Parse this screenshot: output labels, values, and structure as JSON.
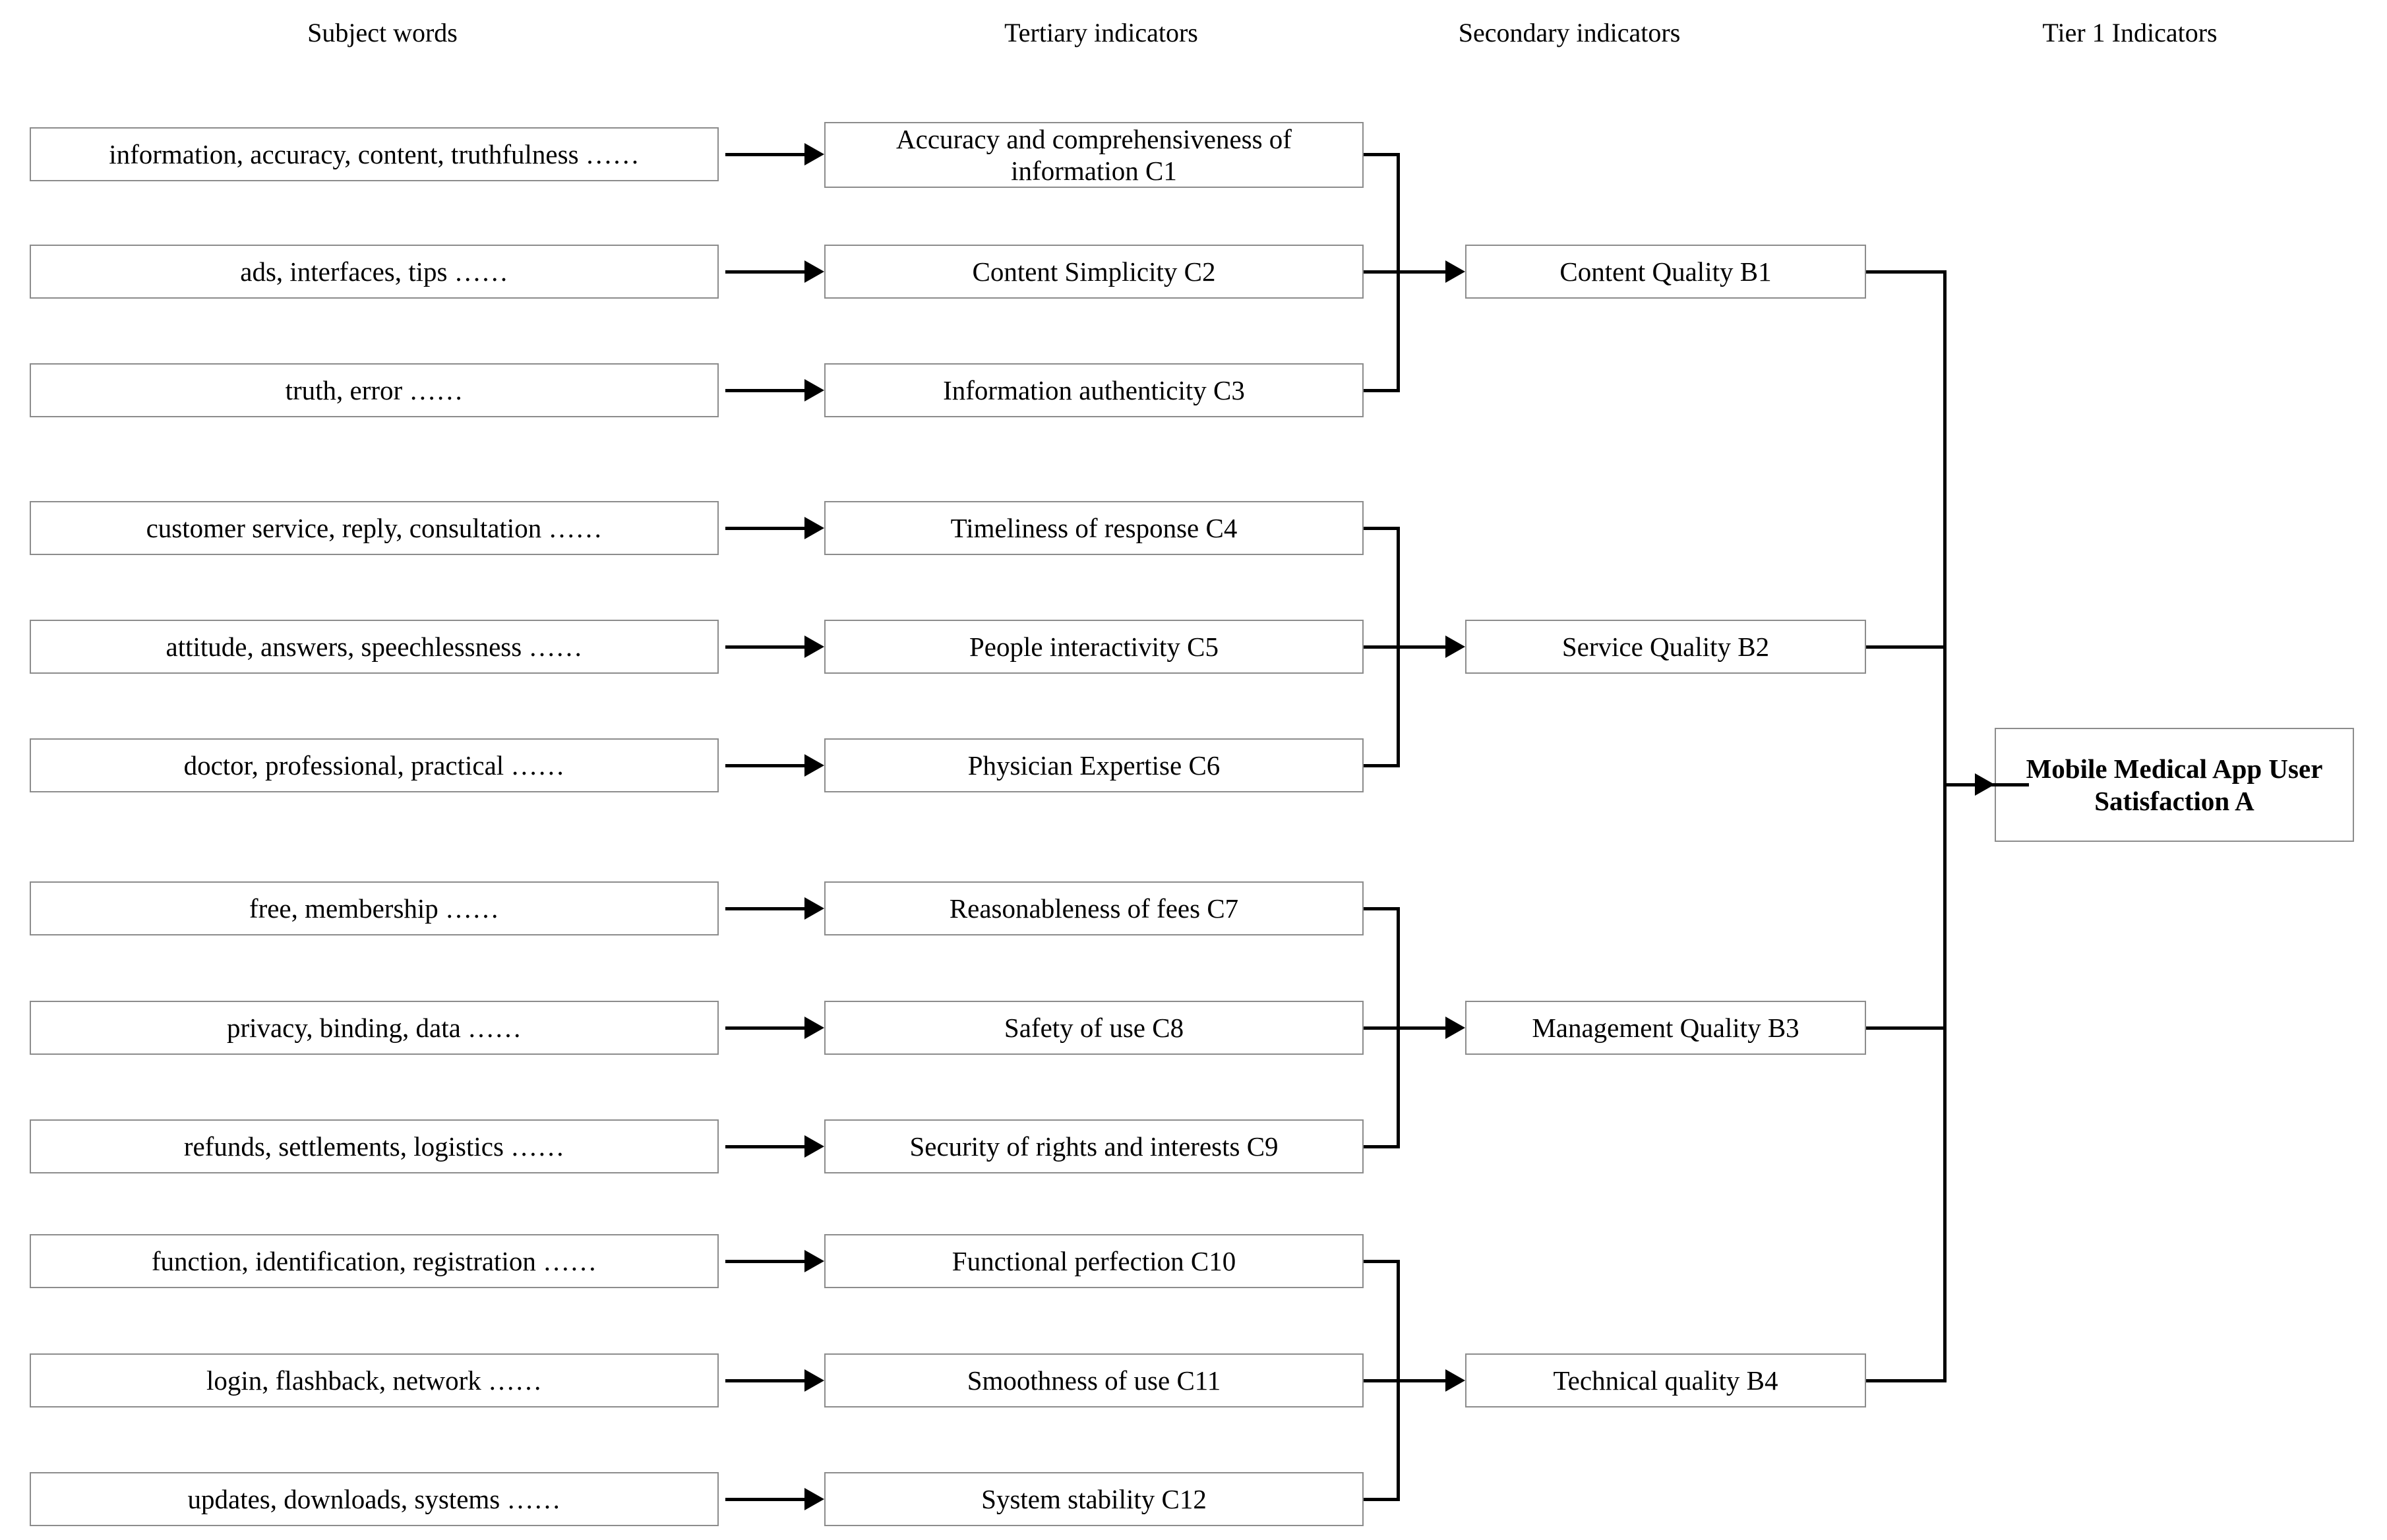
{
  "figure": {
    "title": "Mobile Medical App User Satisfaction Evaluation Index System",
    "diagram_type": "hierarchical-index-tree",
    "line_color": "#000000",
    "box_border_color": "#8c8c8c",
    "background_color": "#ffffff"
  },
  "columns": [
    {
      "id": "subject-words",
      "label": "Subject words"
    },
    {
      "id": "tertiary-indicators",
      "label": "Tertiary indicators"
    },
    {
      "id": "secondary-indicators",
      "label": "Secondary indicators"
    },
    {
      "id": "tier1-indicators",
      "label": "Tier 1 Indicators"
    }
  ],
  "subject_words": [
    {
      "id": "sw1",
      "text": "information, accuracy, content, truthfulness ……"
    },
    {
      "id": "sw2",
      "text": "ads, interfaces, tips ……"
    },
    {
      "id": "sw3",
      "text": "truth, error ……"
    },
    {
      "id": "sw4",
      "text": "customer service, reply, consultation ……"
    },
    {
      "id": "sw5",
      "text": "attitude, answers, speechlessness ……"
    },
    {
      "id": "sw6",
      "text": "doctor, professional, practical ……"
    },
    {
      "id": "sw7",
      "text": "free, membership ……"
    },
    {
      "id": "sw8",
      "text": "privacy, binding, data ……"
    },
    {
      "id": "sw9",
      "text": "refunds, settlements, logistics ……"
    },
    {
      "id": "sw10",
      "text": "function, identification, registration ……"
    },
    {
      "id": "sw11",
      "text": "login, flashback, network ……"
    },
    {
      "id": "sw12",
      "text": "updates, downloads, systems ……"
    }
  ],
  "tertiary_indicators": [
    {
      "id": "C1",
      "text": "Accuracy and comprehensiveness of information C1"
    },
    {
      "id": "C2",
      "text": "Content Simplicity C2"
    },
    {
      "id": "C3",
      "text": "Information authenticity C3"
    },
    {
      "id": "C4",
      "text": "Timeliness of response C4"
    },
    {
      "id": "C5",
      "text": "People interactivity C5"
    },
    {
      "id": "C6",
      "text": "Physician Expertise C6"
    },
    {
      "id": "C7",
      "text": "Reasonableness of fees C7"
    },
    {
      "id": "C8",
      "text": "Safety of use C8"
    },
    {
      "id": "C9",
      "text": "Security of rights and interests C9"
    },
    {
      "id": "C10",
      "text": "Functional perfection C10"
    },
    {
      "id": "C11",
      "text": "Smoothness of use C11"
    },
    {
      "id": "C12",
      "text": "System stability C12"
    }
  ],
  "secondary_indicators": [
    {
      "id": "B1",
      "text": "Content Quality B1"
    },
    {
      "id": "B2",
      "text": "Service Quality B2"
    },
    {
      "id": "B3",
      "text": "Management Quality B3"
    },
    {
      "id": "B4",
      "text": "Technical quality B4"
    }
  ],
  "tier1_indicator": {
    "id": "A",
    "text": "Mobile Medical App User Satisfaction A"
  }
}
